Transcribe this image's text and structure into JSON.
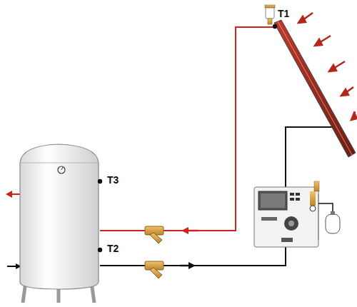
{
  "diagram": {
    "labels": [
      "T1",
      "T3",
      "T2"
    ]
  }
}
